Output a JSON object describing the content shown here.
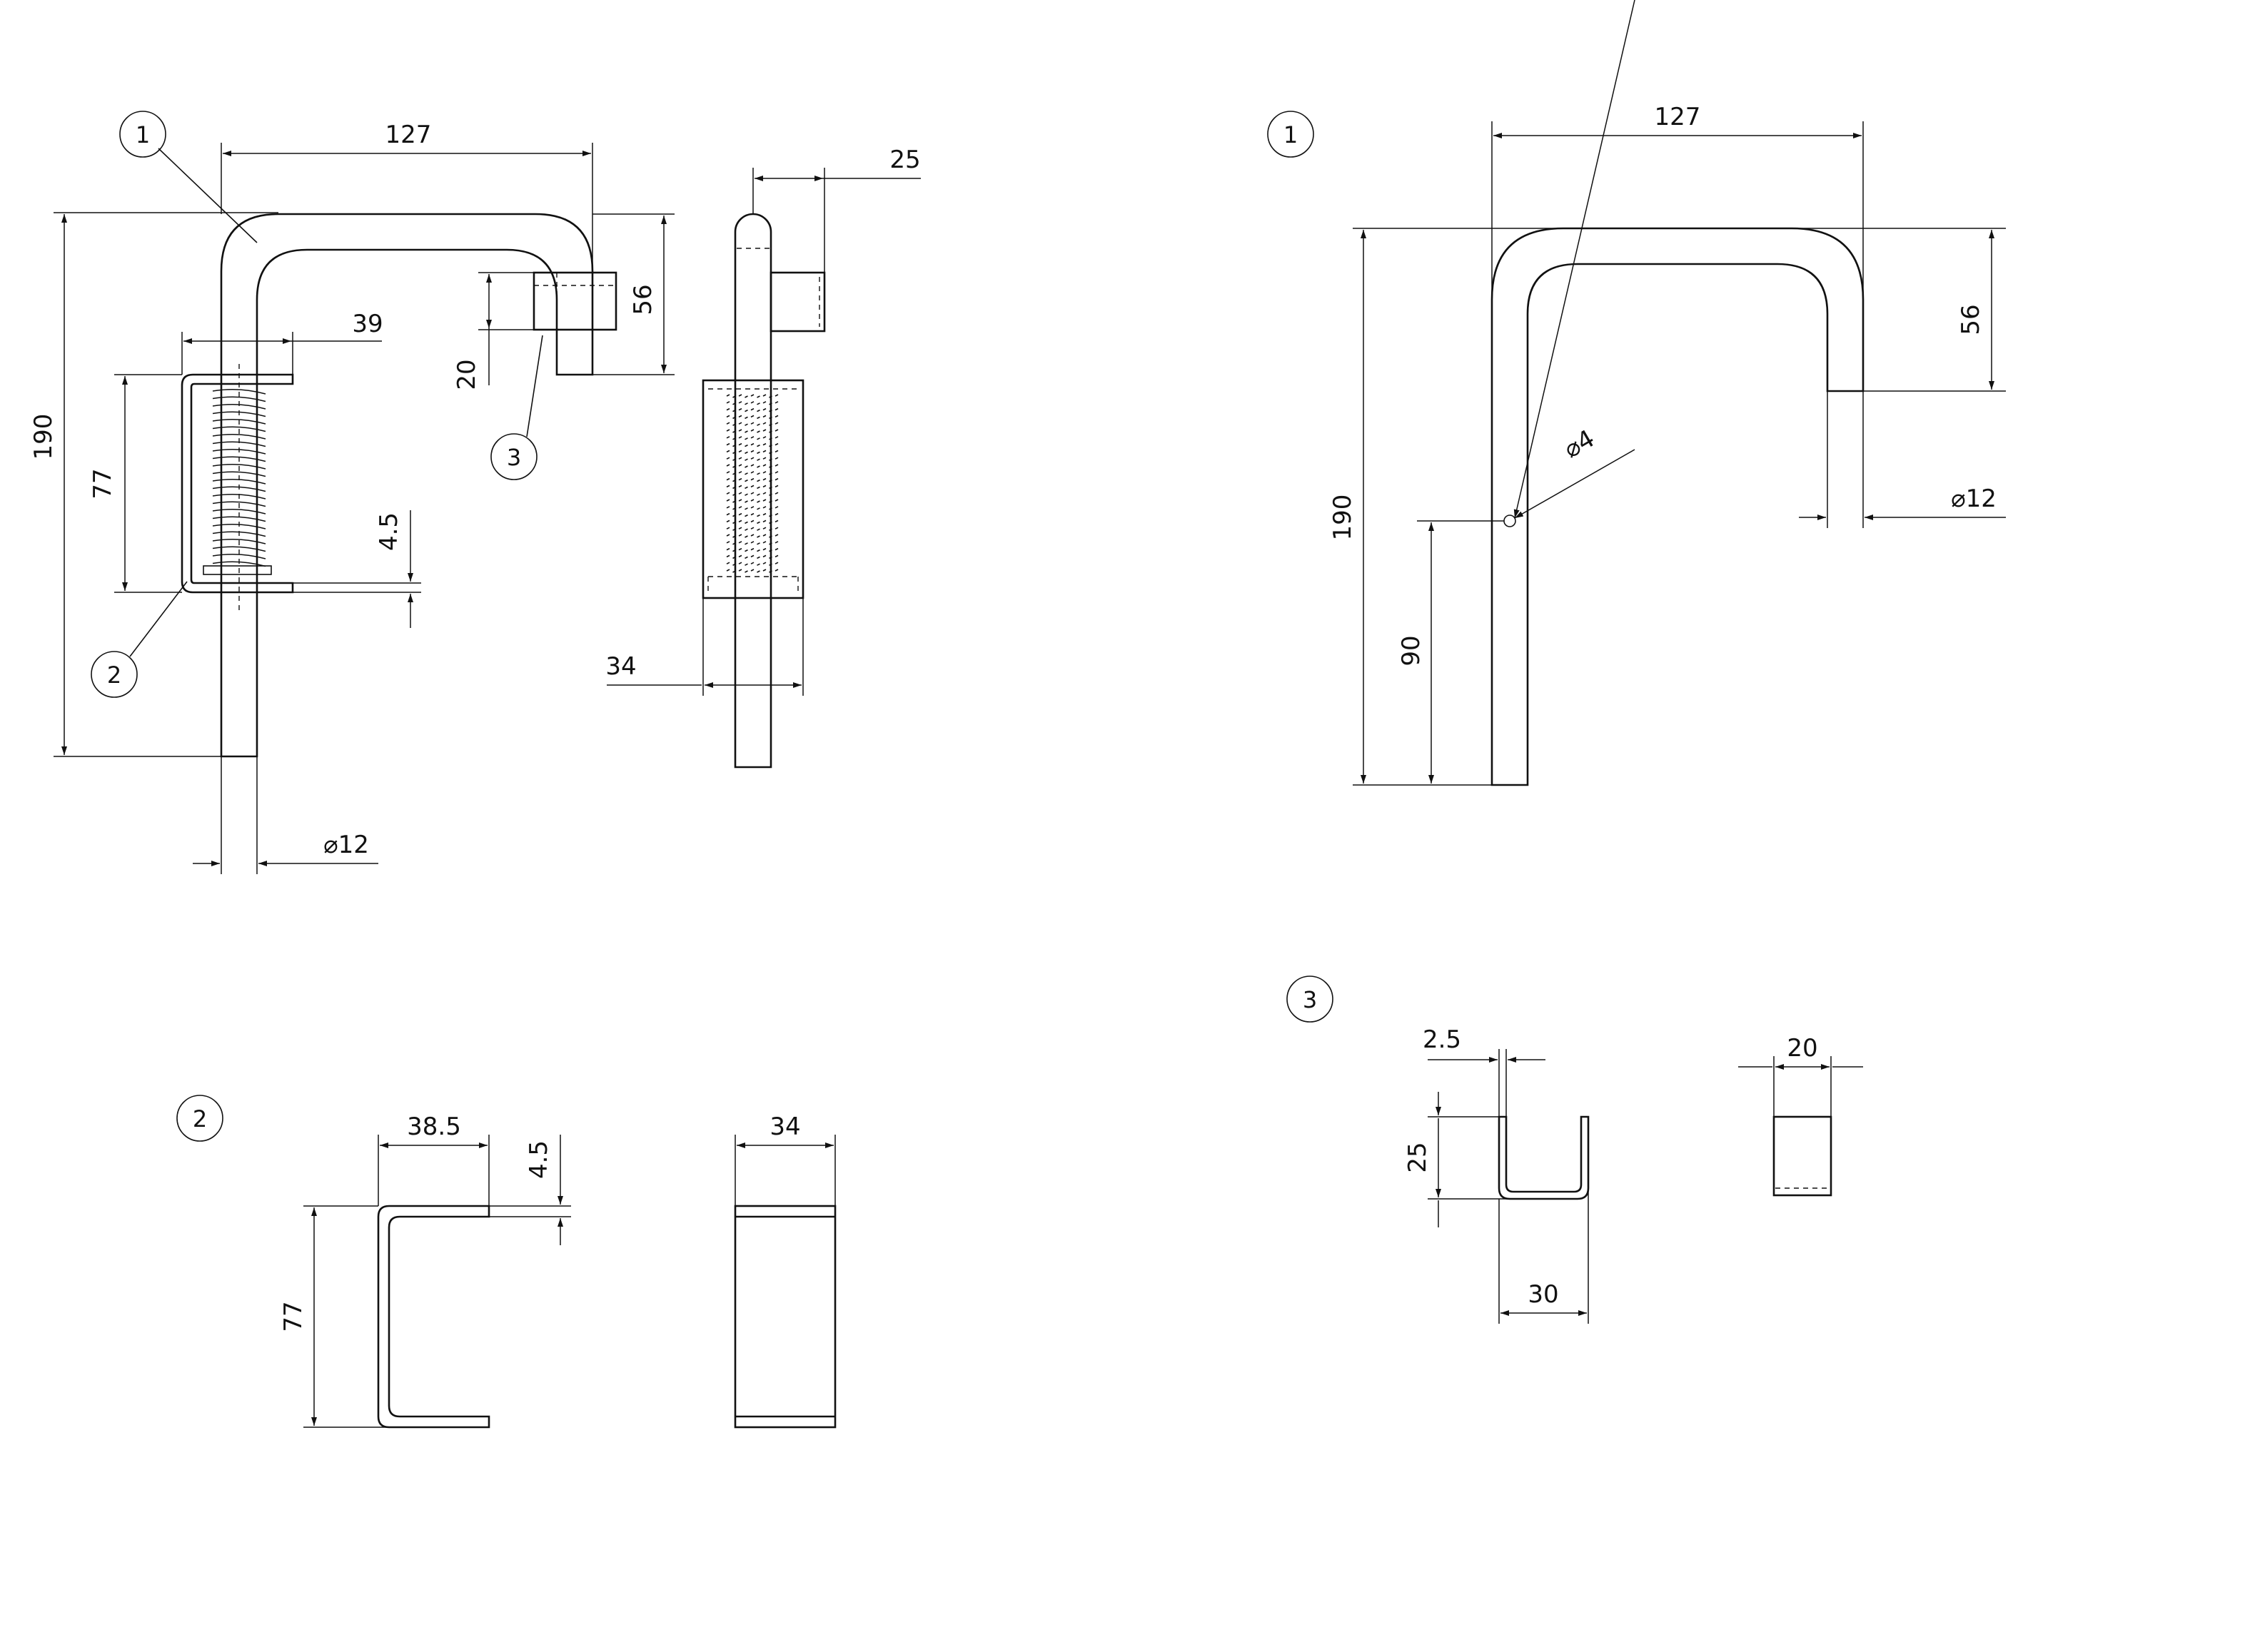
{
  "callouts": {
    "part1": "1",
    "part2": "2",
    "part3": "3"
  },
  "assembly": {
    "width": "127",
    "overall_height": "190",
    "housing_width": "39",
    "housing_height": "77",
    "plate_thickness": "4.5",
    "rod_diameter": "⌀12",
    "catch_offset": "20",
    "hook_depth": "56",
    "side_catch_width": "25",
    "side_housing_width": "34"
  },
  "part1": {
    "width": "127",
    "height": "190",
    "hook_depth": "56",
    "hole_height": "90",
    "hole_diameter": "⌀4",
    "rod_diameter": "⌀12"
  },
  "part2": {
    "width": "38.5",
    "thickness": "4.5",
    "height": "77",
    "side_width": "34"
  },
  "part3": {
    "thickness": "2.5",
    "height": "25",
    "width": "30",
    "side_width": "20"
  }
}
